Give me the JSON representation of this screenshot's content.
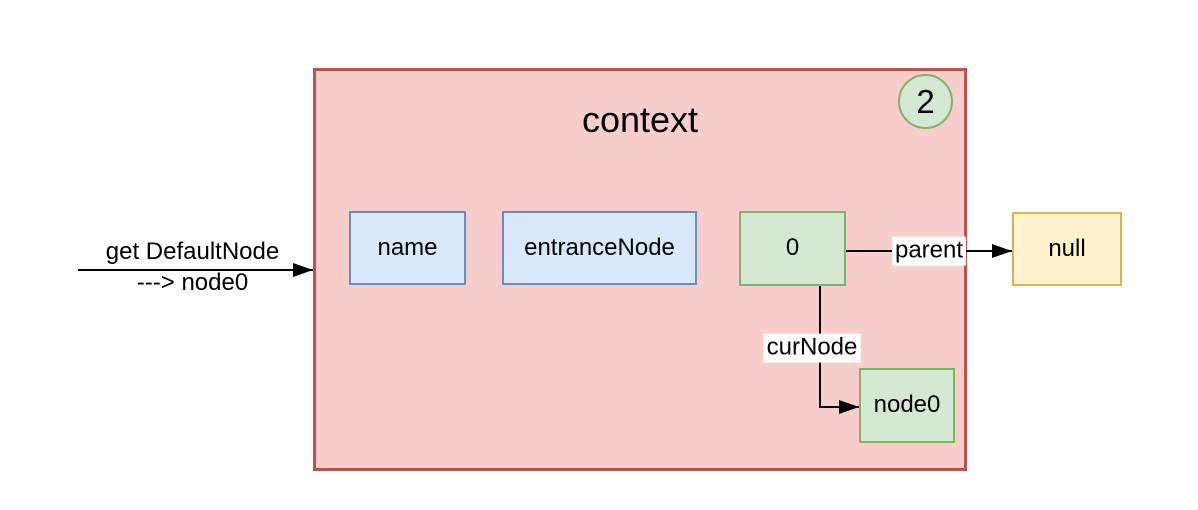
{
  "colors": {
    "context_fill": "#f8cecc",
    "context_stroke": "#b85450",
    "blue_fill": "#dae8fc",
    "blue_stroke": "#6c8ebf",
    "green_fill": "#d5e8d4",
    "green_stroke": "#82b366",
    "yellow_fill": "#fff2cc",
    "yellow_stroke": "#d6b656",
    "arrow": "#000000",
    "label_bg": "#ffffff",
    "text": "#000000"
  },
  "edges": {
    "incoming": {
      "label_line1": "get DefaultNode",
      "label_line2": "---&gt; node0",
      "label_line2_plain": "---> node0"
    },
    "parent": {
      "label": "parent"
    },
    "curnode": {
      "label": "curNode"
    }
  },
  "context": {
    "title": "context",
    "step_badge": "2",
    "fields": [
      {
        "label": "name"
      },
      {
        "label": "entranceNode"
      },
      {
        "label": "0"
      }
    ],
    "node0_label": "node0"
  },
  "null_node": {
    "label": "null"
  }
}
